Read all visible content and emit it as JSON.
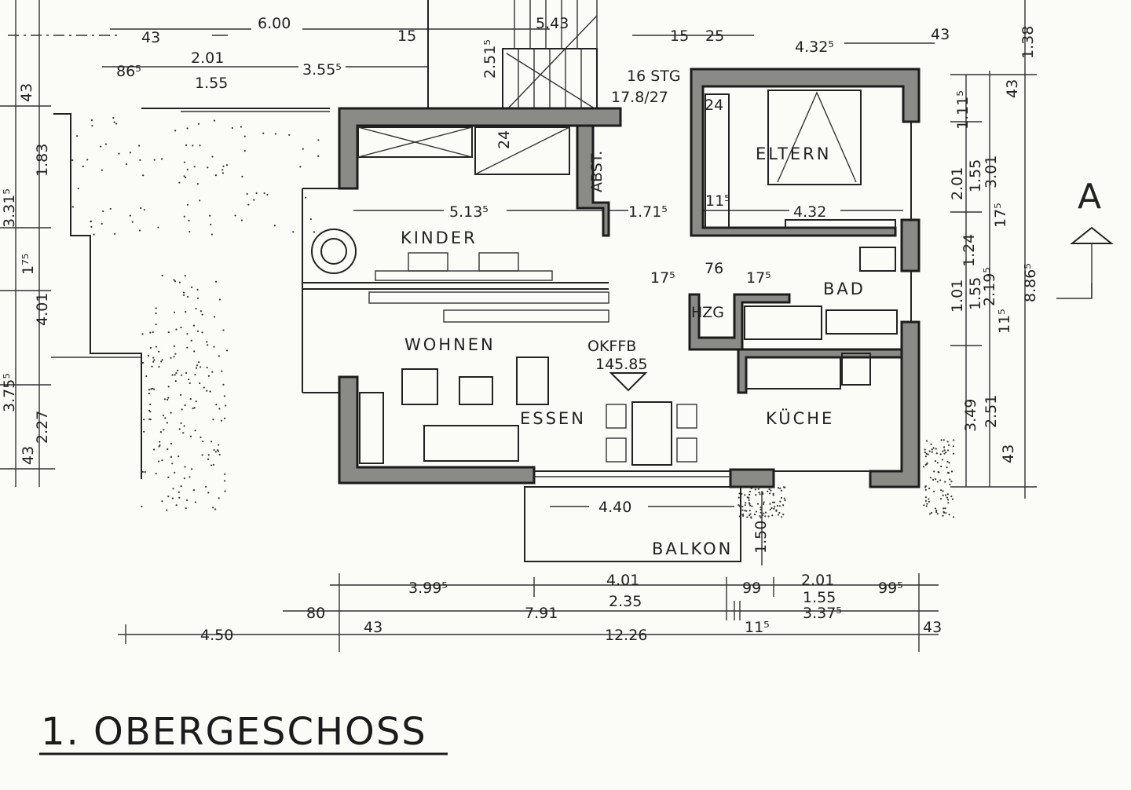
{
  "title": "1. OBERGESCHOSS",
  "section_marker": "A",
  "rooms": {
    "kinder": "KINDER",
    "wohnen": "WOHNEN",
    "essen": "ESSEN",
    "kueche": "KÜCHE",
    "bad": "BAD",
    "eltern": "ELTERN",
    "hzg": "HZG",
    "abst": "ABST.",
    "balkon": "BALKON"
  },
  "level": {
    "label": "OKFFB",
    "value": "145.85"
  },
  "stairs": {
    "steps": "16 STG",
    "ratio": "17.8/27"
  },
  "dims": {
    "top": [
      "43",
      "6.00",
      "15",
      "2.51⁵",
      "5.43",
      "15",
      "25",
      "4.32⁵",
      "43",
      "1.38"
    ],
    "row2": [
      "86⁵",
      "2.01",
      "1.55",
      "3.55⁵",
      "24",
      "24"
    ],
    "inner": [
      "5.13⁵",
      "1.71⁵",
      "4.32",
      "11⁵",
      "17⁵",
      "76",
      "17⁵",
      "4.40",
      "1.50"
    ],
    "left": [
      "43",
      "1.83",
      "3.31⁵",
      "1⁷⁵",
      "4.01",
      "3.75⁵",
      "2.27",
      "43"
    ],
    "right": [
      "1.11⁵",
      "43",
      "2.01",
      "1.55",
      "3.01",
      "17⁵",
      "1.24",
      "1.01",
      "1.55",
      "2.19⁵",
      "8.86⁵",
      "11⁵",
      "3.49",
      "2.51",
      "43"
    ],
    "bottom": [
      "3.99⁵",
      "4.01",
      "2.35",
      "99",
      "2.01",
      "1.55",
      "99⁵",
      "80",
      "7.91",
      "3.37⁵",
      "43",
      "4.50",
      "12.26",
      "11⁵",
      "43"
    ]
  }
}
